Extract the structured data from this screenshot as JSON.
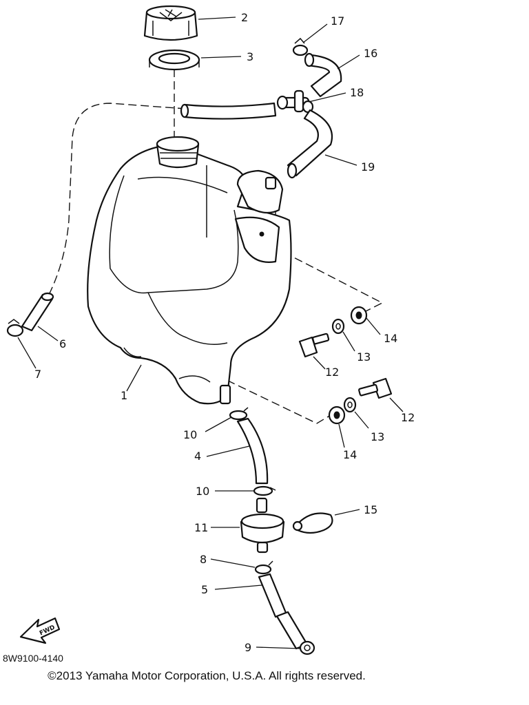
{
  "diagram": {
    "code": "8W9100-4140",
    "direction_label": "FWD",
    "copyright": "©2013 Yamaha Motor Corporation, U.S.A. All rights reserved."
  },
  "callouts": [
    "2",
    "3",
    "17",
    "16",
    "18",
    "19",
    "14",
    "13",
    "12",
    "6",
    "7",
    "1",
    "12",
    "13",
    "14",
    "10",
    "4",
    "10",
    "15",
    "11",
    "8",
    "5",
    "9"
  ]
}
